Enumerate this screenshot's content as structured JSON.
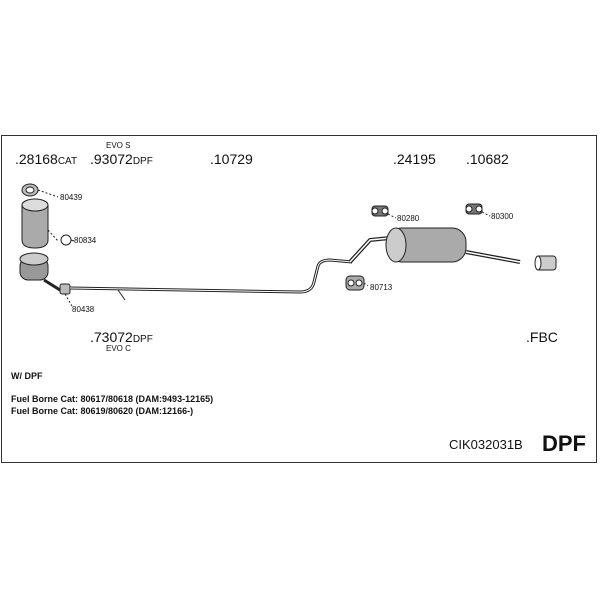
{
  "top_parts": [
    {
      "number": ".28168",
      "suffix": "CAT",
      "above": ""
    },
    {
      "number": ".93072",
      "suffix": "DPF",
      "above": "EVO S"
    },
    {
      "number": ".10729",
      "suffix": "",
      "above": ""
    },
    {
      "number": ".24195",
      "suffix": "",
      "above": ""
    },
    {
      "number": ".10682",
      "suffix": "",
      "above": ""
    }
  ],
  "bottom_part": {
    "number": ".73072",
    "suffix": "DPF",
    "below": "EVO C"
  },
  "fbc_label": ".FBC",
  "small_parts": {
    "p80439": "80439",
    "p80834": "80834",
    "p80438": "80438",
    "p80280": "80280",
    "p80300": "80300",
    "p80713": "80713"
  },
  "notes": {
    "wdpf": "W/ DPF",
    "line1": "Fuel Borne Cat: 80617/80618 (DAM:9493-12165)",
    "line2": "Fuel Borne Cat: 80619/80620 (DAM:12166-)"
  },
  "kit_code": "CIK032031B",
  "kit_type": "DPF"
}
